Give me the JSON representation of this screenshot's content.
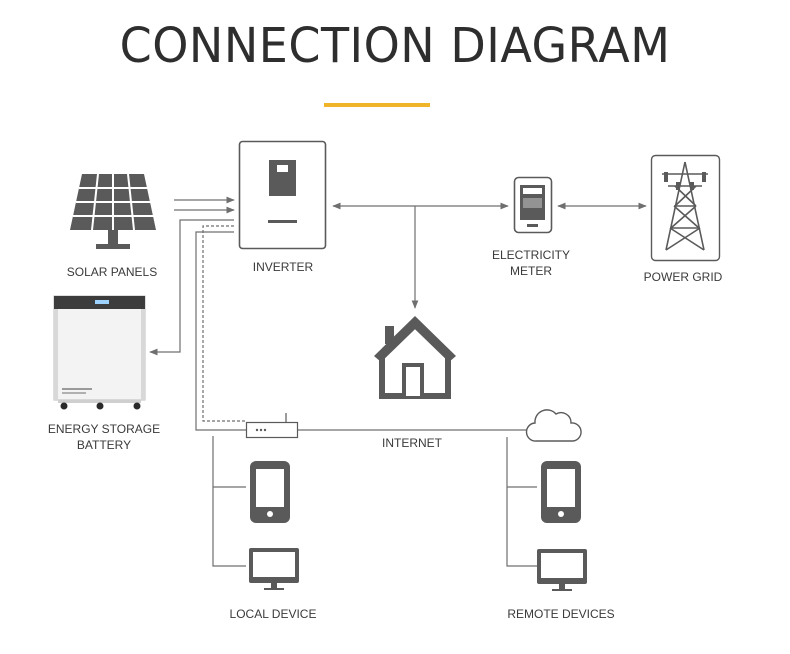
{
  "title": "CONNECTION DIAGRAM",
  "colors": {
    "accent": "#f0b429",
    "line": "#6f6f6f",
    "icon": "#5a5a5a",
    "text": "#3a3a3a"
  },
  "labels": {
    "solar_panels": "SOLAR PANELS",
    "inverter": "INVERTER",
    "meter_line1": "ELECTRICITY",
    "meter_line2": "METER",
    "power_grid": "POWER GRID",
    "battery_line1": "ENERGY STORAGE",
    "battery_line2": "BATTERY",
    "internet": "INTERNET",
    "local_device": "LOCAL DEVICE",
    "remote_devices": "REMOTE DEVICES"
  },
  "icons": [
    "solar-panel-icon",
    "inverter-icon",
    "electricity-meter-icon",
    "power-grid-icon",
    "battery-icon",
    "house-icon",
    "router-icon",
    "cloud-icon",
    "smartphone-icon",
    "monitor-icon"
  ]
}
